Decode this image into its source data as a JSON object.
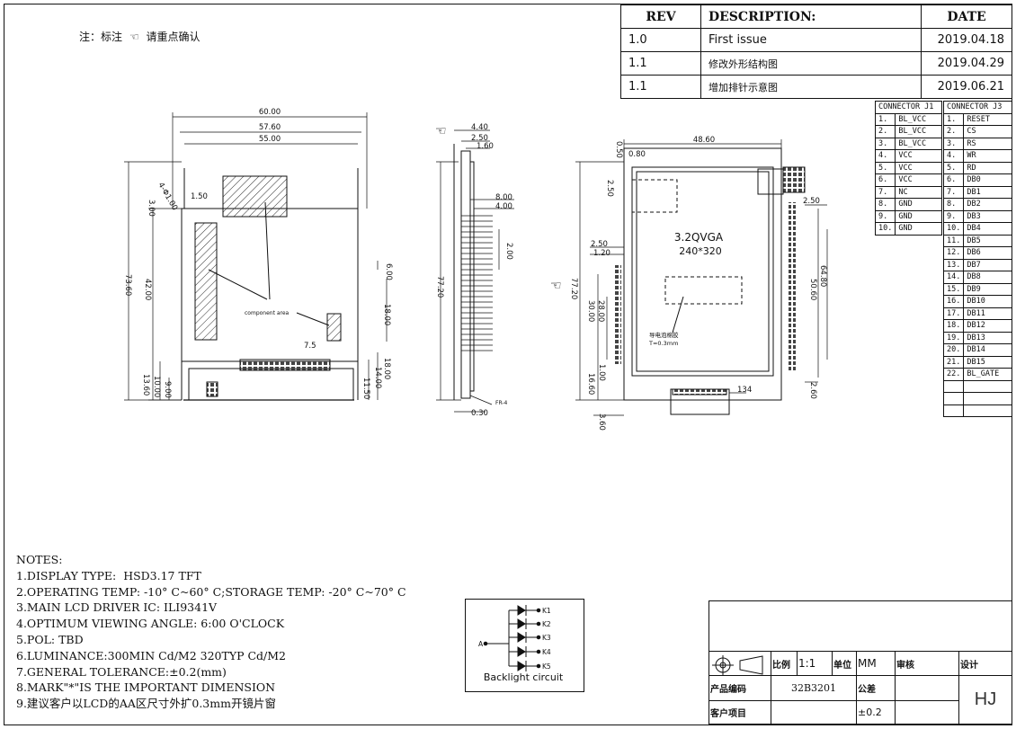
{
  "remark": {
    "prefix": "注：标注",
    "suffix": "请重点确认"
  },
  "revisions": {
    "headers": {
      "rev": "REV",
      "description": "DESCRIPTION:",
      "date": "DATE"
    },
    "rows": [
      {
        "rev": "1.0",
        "description": "First  issue",
        "date": "2019.04.18"
      },
      {
        "rev": "1.1",
        "description": "修改外形结构图",
        "date": "2019.04.29"
      },
      {
        "rev": "1.1",
        "description": "增加排针示意图",
        "date": "2019.06.21"
      }
    ]
  },
  "connector_j1": {
    "title": "CONNECTOR J1",
    "pins": [
      "BL_VCC",
      "BL_VCC",
      "BL_VCC",
      "VCC",
      "VCC",
      "VCC",
      "NC",
      "GND",
      "GND",
      "GND"
    ]
  },
  "connector_j3": {
    "title": "CONNECTOR J3",
    "pins": [
      "RESET",
      "CS",
      "RS",
      "WR",
      "RD",
      "DB0",
      "DB1",
      "DB2",
      "DB3",
      "DB4",
      "DB5",
      "DB6",
      "DB7",
      "DB8",
      "DB9",
      "DB10",
      "DB11",
      "DB12",
      "DB13",
      "DB14",
      "DB15",
      "BL_GATE"
    ]
  },
  "front_view": {
    "dims": [
      "60.00",
      "57.60",
      "55.00",
      "4-Φ1.00",
      "3.00",
      "1.50",
      "73.60",
      "42.00",
      "6.00",
      "18.00",
      "7.5",
      "18.00",
      "14.00",
      "11.50",
      "13.60",
      "10.00",
      "9.00"
    ],
    "component_label": "component area"
  },
  "side_view": {
    "dims": [
      "4.40",
      "2.50",
      "1.60",
      "8.00",
      "4.00",
      "2.00",
      "77.20",
      "0.30"
    ],
    "fr4": "FR-4"
  },
  "lcd_view": {
    "dims": [
      "48.60",
      "0.50",
      "0.80",
      "2.50",
      "2.50",
      "2.50",
      "1.20",
      "77.20",
      "28.00",
      "30.00",
      "1.00",
      "16.60",
      "3.60",
      "64.80",
      "50.60",
      "2.60",
      "134"
    ],
    "title": "3.2QVGA",
    "resolution": "240*320",
    "note_line1": "导电泡棉胶",
    "note_line2": "T=0.3mm"
  },
  "notes": {
    "title": "NOTES:",
    "lines": [
      "1.DISPLAY TYPE:  HSD3.17 TFT",
      "2.OPERATING TEMP: -10° C~60° C;STORAGE TEMP: -20° C~70° C",
      "3.MAIN LCD DRIVER IC: ILI9341V",
      "4.OPTIMUM VIEWING ANGLE: 6:00 O'CLOCK",
      "5.POL: TBD",
      "6.LUMINANCE:300MIN Cd/M2 320TYP Cd/M2",
      "7.GENERAL TOLERANCE:±0.2(mm)",
      "8.MARK\"*\"IS THE IMPORTANT DIMENSION",
      "9.建议客户以LCD的AA区尺寸外扩0.3mm开镜片窗"
    ]
  },
  "backlight": {
    "title": "Backlight circuit",
    "anode": "A",
    "cathodes": [
      "K1",
      "K2",
      "K3",
      "K4",
      "K5"
    ]
  },
  "title_block": {
    "scale_label": "比例",
    "scale_value": "1:1",
    "unit_label": "单位",
    "unit_value": "MM",
    "review_label": "审核",
    "design_label": "设计",
    "code_label": "产品编码",
    "code_value": "32B3201",
    "tolerance_label": "公差",
    "tolerance_value": "±0.2",
    "customer_label": "客户项目",
    "designer": "HJ"
  }
}
